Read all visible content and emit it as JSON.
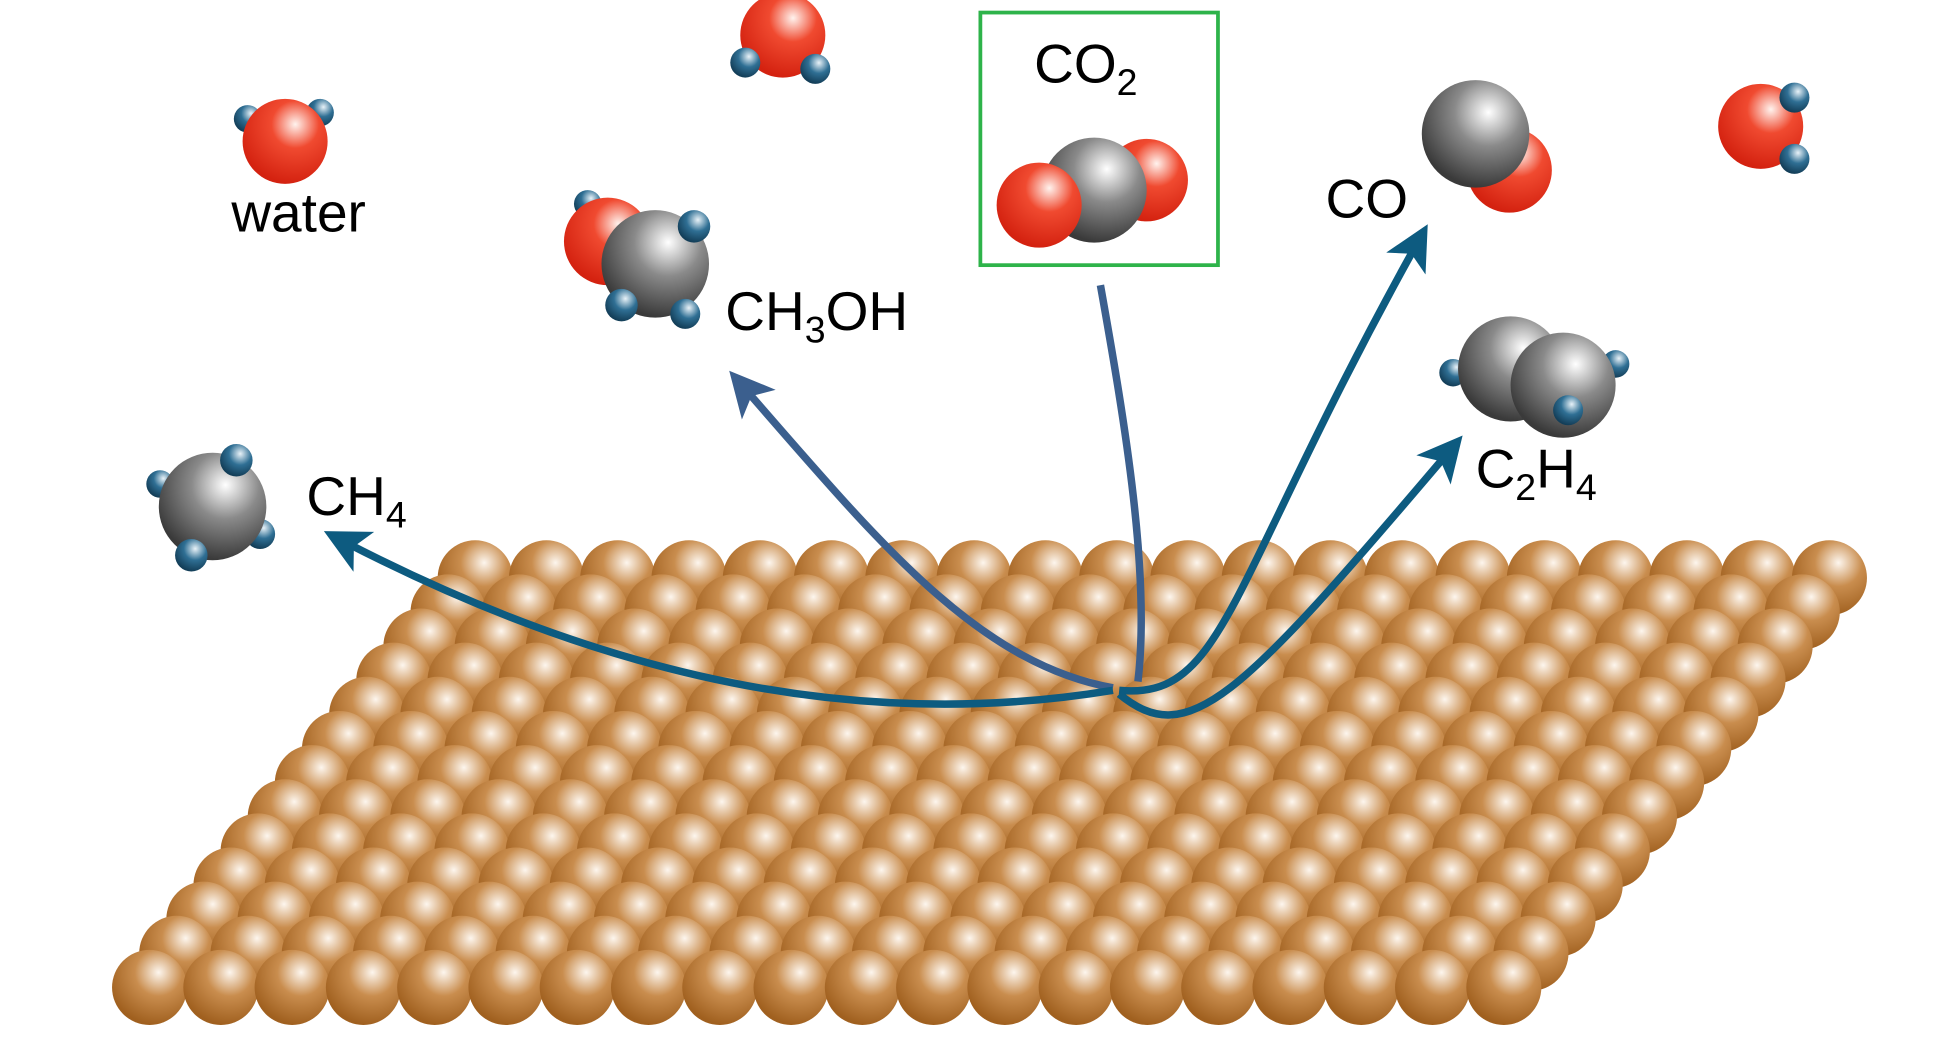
{
  "labels": {
    "water": "water",
    "methanol": {
      "a": "CH",
      "sub": "3",
      "b": "OH"
    },
    "co2": {
      "a": "CO",
      "sub": "2"
    },
    "co": "CO",
    "ethylene": {
      "a": "C",
      "sub1": "2",
      "b": "H",
      "sub2": "4"
    },
    "methane": {
      "a": "CH",
      "sub": "4"
    }
  },
  "colors": {
    "arrow_dark": "#0d5b80",
    "arrow_slate": "#3b5f8e",
    "box": "#2eb34a",
    "oxygen": "#e0301c",
    "carbon": "#5a5a5a",
    "hydrogen": "#1f5d80",
    "copper": "#b0702e"
  }
}
